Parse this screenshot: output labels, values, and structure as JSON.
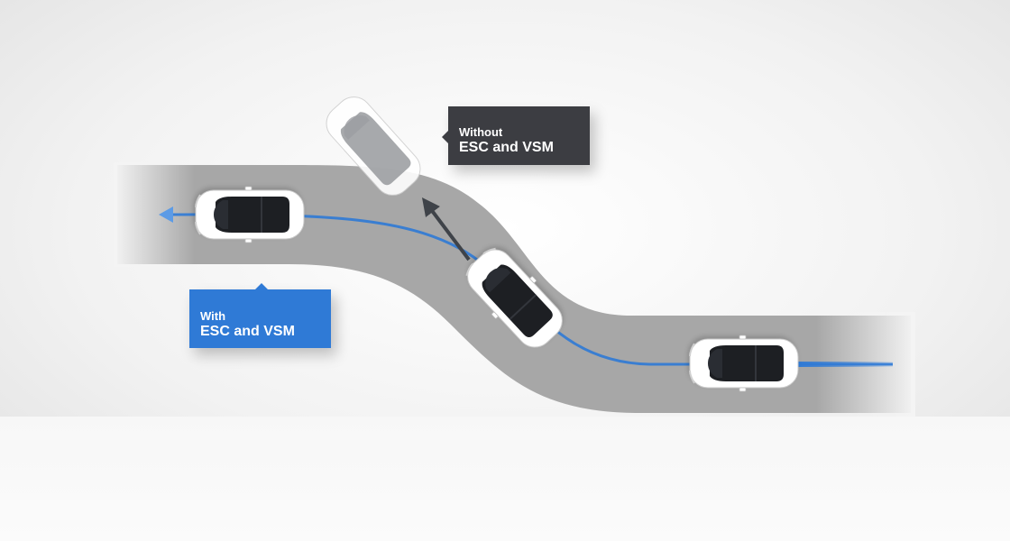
{
  "callouts": {
    "without": {
      "line1": "Without",
      "line2": "ESC and VSM"
    },
    "with": {
      "line1": "With",
      "line2": "ESC and VSM"
    }
  },
  "colors": {
    "background": "#ffffff",
    "road": "#a7a7a7",
    "path_with": "#2f7ad6",
    "arrow_without": "#3f4349",
    "callout_without": "#3c3d42",
    "callout_with": "#2f7ad6",
    "car_body": "#ffffff",
    "car_glass": "#1d1f23"
  },
  "icons": {
    "cars": [
      "car-icon-start",
      "car-icon-middle",
      "car-icon-skidding",
      "car-icon-end"
    ],
    "arrows": [
      "direction-arrow-with",
      "direction-arrow-without"
    ]
  }
}
